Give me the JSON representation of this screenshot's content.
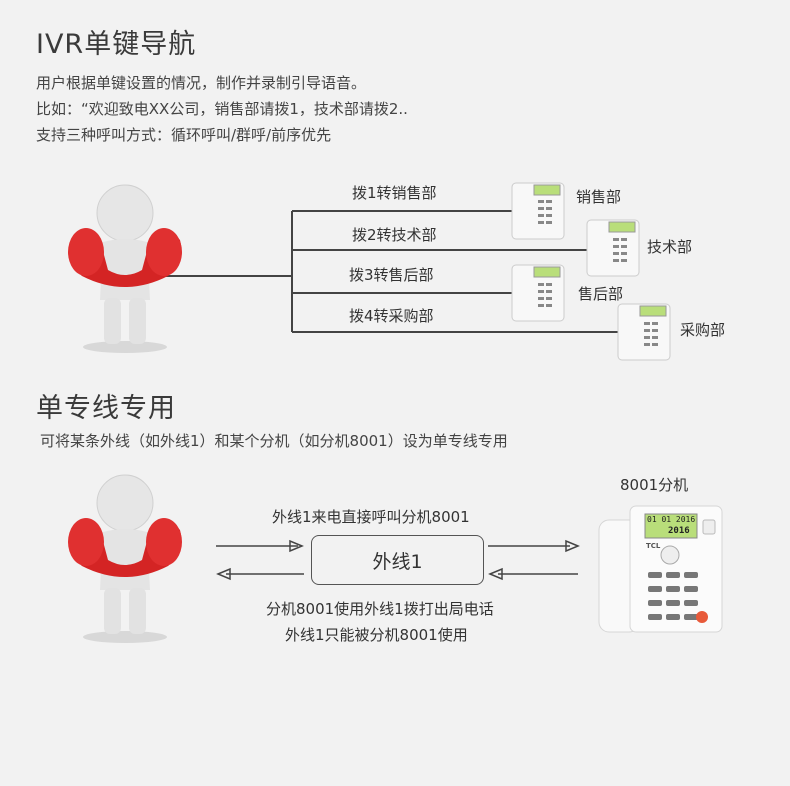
{
  "ivr": {
    "title": "IVR单键导航",
    "lines": [
      "用户根据单键设置的情况，制作并录制引导语音。",
      "比如：“欢迎致电XX公司，销售部请拨1，技术部请拨2..",
      "支持三种呼叫方式：循环呼叫/群呼/前序优先"
    ],
    "branches": [
      {
        "label": "拨1转销售部",
        "dept": "销售部"
      },
      {
        "label": "拨2转技术部",
        "dept": "技术部"
      },
      {
        "label": "拨3转售后部",
        "dept": "售后部"
      },
      {
        "label": "拨4转采购部",
        "dept": "采购部"
      }
    ]
  },
  "dedicated": {
    "title": "单专线专用",
    "desc": "可将某条外线（如外线1）和某个分机（如分机8001）设为单专线专用",
    "ext_label": "8001分机",
    "incoming": "外线1来电直接呼叫分机8001",
    "box_label": "外线1",
    "outgoing1": "分机8001使用外线1拨打出局电话",
    "outgoing2": "外线1只能被分机8001使用"
  },
  "phone_screen": {
    "line1": "01 01 2016",
    "line2": "2016",
    "brand": "TCL"
  },
  "colors": {
    "receiver": "#d42424",
    "figure": "#e8e8e8",
    "line": "#444444"
  }
}
